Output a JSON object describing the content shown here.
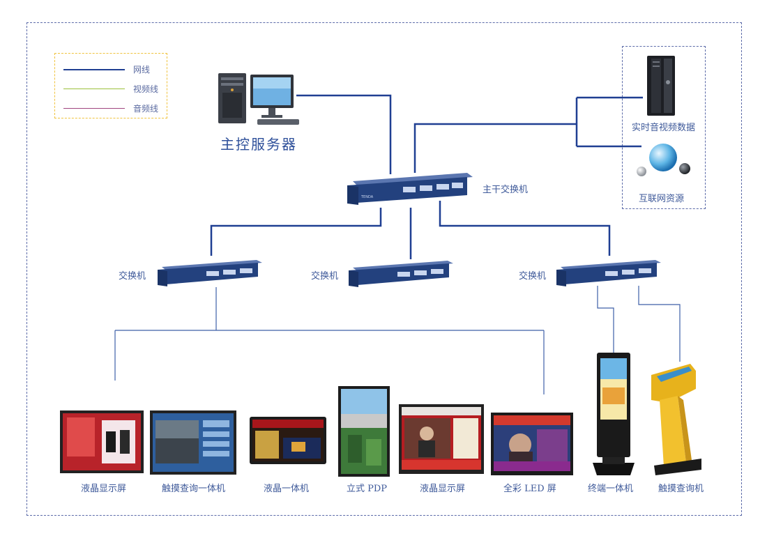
{
  "legend": {
    "items": [
      {
        "label": "网线",
        "color": "#1f3f92"
      },
      {
        "label": "视频线",
        "color": "#9bbf3a"
      },
      {
        "label": "音频线",
        "color": "#a0457e"
      }
    ]
  },
  "nodes": {
    "main_server": "主控服务器",
    "core_switch": "主干交换机",
    "realtime_av": "实时音视频数据",
    "internet": "互联网资源",
    "switch_left": "交换机",
    "switch_mid": "交换机",
    "switch_right": "交换机"
  },
  "devices": [
    {
      "label": "液晶显示屏"
    },
    {
      "label": "触摸查询一体机"
    },
    {
      "label": "液晶一体机"
    },
    {
      "label": "立式 PDP"
    },
    {
      "label": "液晶显示屏"
    },
    {
      "label": "全彩 LED 屏"
    },
    {
      "label": "终端一体机"
    },
    {
      "label": "触摸查询机"
    }
  ],
  "colors": {
    "network": "#1f3f92",
    "thin": "#3d5fa8",
    "frame": "#5b6aa8"
  }
}
